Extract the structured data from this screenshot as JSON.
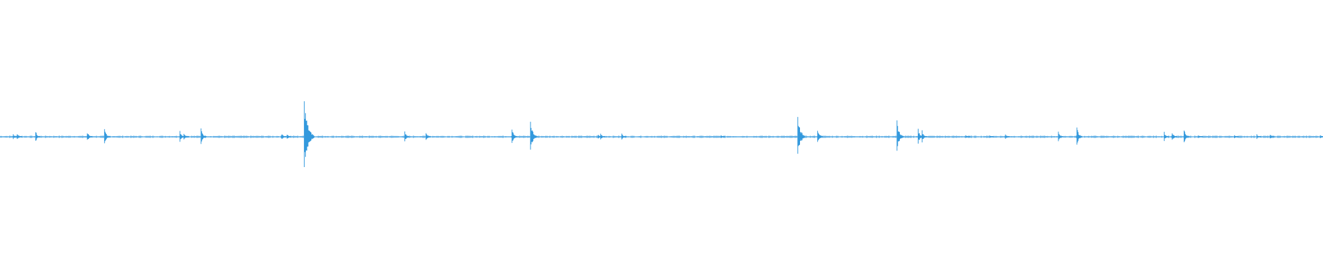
{
  "waveform": {
    "color": "#3399dd",
    "background": "#ffffff",
    "duration_fraction_axis": "time",
    "bursts": [
      {
        "t": 0.01,
        "amp": 0.08
      },
      {
        "t": 0.013,
        "amp": 0.1
      },
      {
        "t": 0.027,
        "amp": 0.14
      },
      {
        "t": 0.066,
        "amp": 0.14
      },
      {
        "t": 0.079,
        "amp": 0.2
      },
      {
        "t": 0.136,
        "amp": 0.14
      },
      {
        "t": 0.139,
        "amp": 0.12
      },
      {
        "t": 0.152,
        "amp": 0.22
      },
      {
        "t": 0.213,
        "amp": 0.1
      },
      {
        "t": 0.217,
        "amp": 0.08
      },
      {
        "t": 0.23,
        "amp": 0.92
      },
      {
        "t": 0.306,
        "amp": 0.14
      },
      {
        "t": 0.322,
        "amp": 0.14
      },
      {
        "t": 0.387,
        "amp": 0.2
      },
      {
        "t": 0.401,
        "amp": 0.42
      },
      {
        "t": 0.452,
        "amp": 0.07
      },
      {
        "t": 0.454,
        "amp": 0.09
      },
      {
        "t": 0.47,
        "amp": 0.1
      },
      {
        "t": 0.545,
        "amp": 0.05
      },
      {
        "t": 0.603,
        "amp": 0.55
      },
      {
        "t": 0.618,
        "amp": 0.22
      },
      {
        "t": 0.678,
        "amp": 0.4
      },
      {
        "t": 0.694,
        "amp": 0.2
      },
      {
        "t": 0.697,
        "amp": 0.16
      },
      {
        "t": 0.73,
        "amp": 0.04
      },
      {
        "t": 0.748,
        "amp": 0.05
      },
      {
        "t": 0.76,
        "amp": 0.06
      },
      {
        "t": 0.8,
        "amp": 0.14
      },
      {
        "t": 0.814,
        "amp": 0.24
      },
      {
        "t": 0.88,
        "amp": 0.12
      },
      {
        "t": 0.886,
        "amp": 0.14
      },
      {
        "t": 0.895,
        "amp": 0.2
      },
      {
        "t": 0.906,
        "amp": 0.04
      },
      {
        "t": 0.933,
        "amp": 0.05
      },
      {
        "t": 0.95,
        "amp": 0.06
      },
      {
        "t": 0.96,
        "amp": 0.07
      },
      {
        "t": 0.998,
        "amp": 0.06
      }
    ]
  }
}
